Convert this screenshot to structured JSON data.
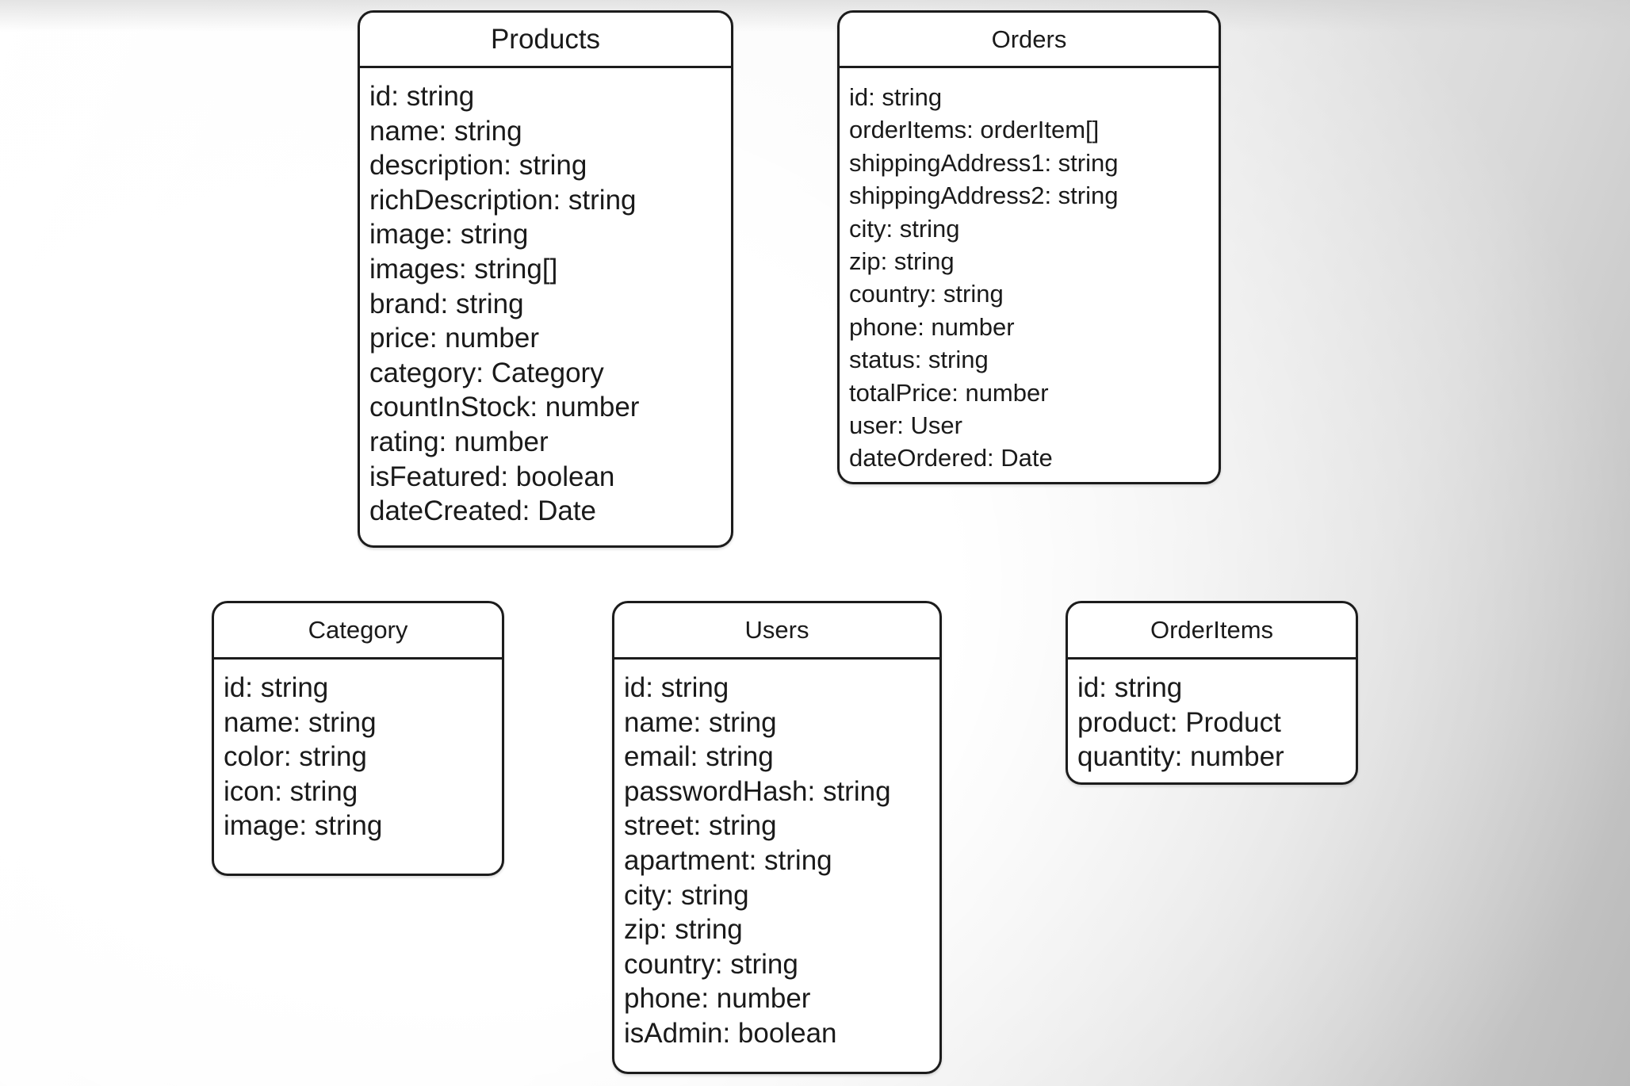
{
  "entities": {
    "products": {
      "title": "Products",
      "fields": [
        "id: string",
        "name: string",
        "description: string",
        "richDescription: string",
        "image: string",
        "images: string[]",
        "brand: string",
        "price: number",
        "category: Category",
        "countInStock: number",
        "rating: number",
        "isFeatured: boolean",
        "dateCreated: Date"
      ]
    },
    "orders": {
      "title": "Orders",
      "fields": [
        "id: string",
        "orderItems: orderItem[]",
        "shippingAddress1: string",
        "shippingAddress2: string",
        "city: string",
        "zip: string",
        "country: string",
        "phone: number",
        "status: string",
        "totalPrice: number",
        "user: User",
        "dateOrdered: Date"
      ]
    },
    "category": {
      "title": "Category",
      "fields": [
        "id: string",
        "name: string",
        "color: string",
        "icon: string",
        "image: string"
      ]
    },
    "users": {
      "title": "Users",
      "fields": [
        "id: string",
        "name: string",
        "email: string",
        "passwordHash: string",
        "street: string",
        "apartment: string",
        "city: string",
        "zip: string",
        "country: string",
        "phone: number",
        "isAdmin: boolean"
      ]
    },
    "orderitems": {
      "title": "OrderItems",
      "fields": [
        "id: string",
        "product: Product",
        "quantity: number"
      ]
    }
  }
}
